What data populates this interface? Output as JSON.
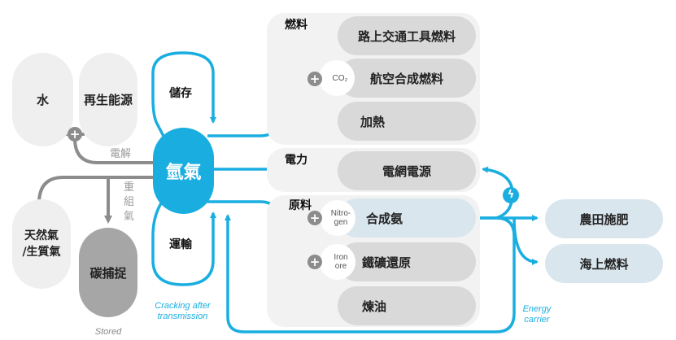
{
  "colors": {
    "accent": "#1aaee0",
    "grey_line": "#8c8c8c",
    "pill_grey": "#d9d9d9",
    "pill_light": "#efefef",
    "pill_blue": "#d9e6ee"
  },
  "center": {
    "label": "氫氣"
  },
  "sources": {
    "water": "水",
    "renewable": "再生能源",
    "natural_gas": "天然氣\n/生質氣",
    "carbon_capture": "碳捕捉"
  },
  "processes": {
    "electrolysis": "電解",
    "reforming": "重組氣",
    "stored_note": "Stored"
  },
  "loops": {
    "storage": "儲存",
    "transport": "運輸",
    "cracking_note": "Cracking after transmission",
    "energy_carrier_note": "Energy carrier"
  },
  "groups": {
    "fuel": {
      "title": "燃料",
      "items": [
        "路上交通工具燃料",
        "航空合成燃料",
        "加熱"
      ],
      "addon": "CO₂"
    },
    "power": {
      "title": "電力",
      "items": [
        "電網電源"
      ]
    },
    "feedstock": {
      "title": "原料",
      "items": [
        "合成氨",
        "鐵礦還原",
        "煉油"
      ],
      "addons": [
        "Nitro-\ngen",
        "Iron\nore"
      ]
    }
  },
  "outputs": [
    "農田施肥",
    "海上燃料"
  ],
  "icons": {
    "plus": "+",
    "lightning": "ϟ"
  }
}
